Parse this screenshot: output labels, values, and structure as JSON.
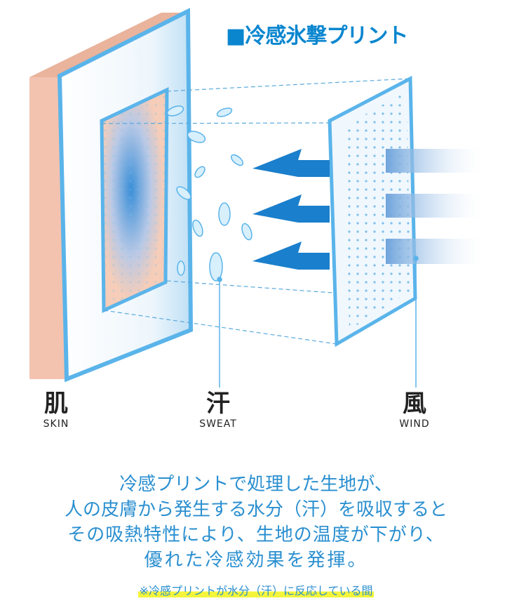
{
  "title": "■冷感氷撃プリント",
  "labels": [
    {
      "kanji": "肌",
      "en": "SKIN"
    },
    {
      "kanji": "汗",
      "en": "SWEAT"
    },
    {
      "kanji": "風",
      "en": "WIND"
    }
  ],
  "description": [
    "冷感プリントで処理した生地が、",
    "人の皮膚から発生する水分（汗）を吸収すると",
    "その吸熱特性により、生地の温度が下がり、",
    "優れた冷感効果を発揮。"
  ],
  "note": "※冷感プリントが水分（汗）に反応している間",
  "colors": {
    "accent": "#0a86cf",
    "skin": "#f3c3b0",
    "highlight": "#f4f53a"
  }
}
